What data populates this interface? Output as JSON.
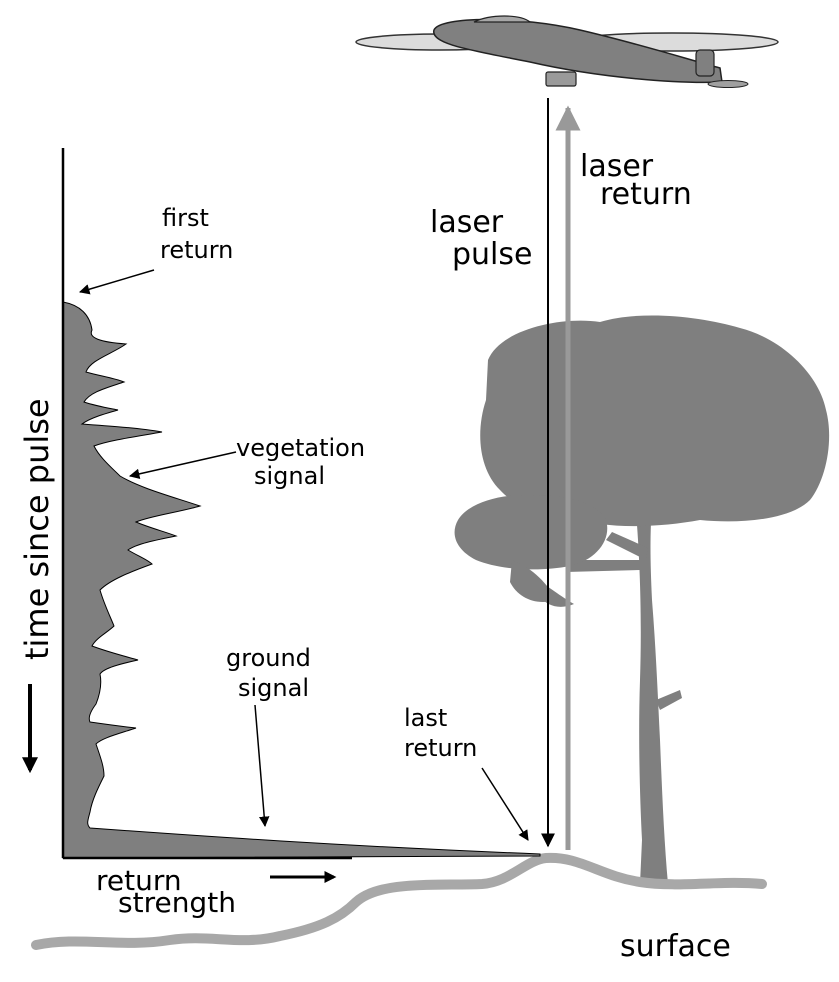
{
  "labels": {
    "laser_return_line1": "laser",
    "laser_return_line2": "return",
    "laser_pulse_line1": "laser",
    "laser_pulse_line2": "pulse",
    "first_return_line1": "first",
    "first_return_line2": "return",
    "vegetation_signal_line1": "vegetation",
    "vegetation_signal_line2": "signal",
    "ground_signal_line1": "ground",
    "ground_signal_line2": "signal",
    "last_return_line1": "last",
    "last_return_line2": "return",
    "time_axis": "time since pulse",
    "strength_axis_line1": "return",
    "strength_axis_line2": "strength",
    "surface": "surface"
  },
  "colors": {
    "fill_gray": "#7f7f7f",
    "light_gray": "#a8a8a8",
    "wing_gray": "#dcdcdc",
    "ink": "#000000"
  },
  "icons": {
    "aircraft": "airplane-icon",
    "tree": "tree-icon"
  }
}
